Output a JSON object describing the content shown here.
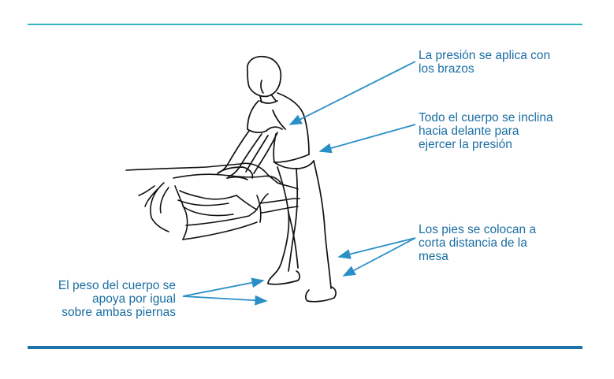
{
  "colors": {
    "accent": "#2a8fc7",
    "top_rule": "#33b5bf",
    "bottom_rule": "#1f72aa",
    "label_text": "#1a6ea3",
    "drawing": "#111111"
  },
  "annotations": {
    "arms": {
      "line1": "La presión se aplica con",
      "line2": "los brazos"
    },
    "lean": {
      "line1": "Todo el cuerpo se inclina",
      "line2": "hacia delante para",
      "line3": "ejercer la presión"
    },
    "feet": {
      "line1": "Los pies se colocan a",
      "line2": "corta distancia de la",
      "line3": "mesa"
    },
    "weight": {
      "line1": "El peso del cuerpo se",
      "line2": "apoya por igual",
      "line3": "sobre ambas piernas"
    }
  }
}
